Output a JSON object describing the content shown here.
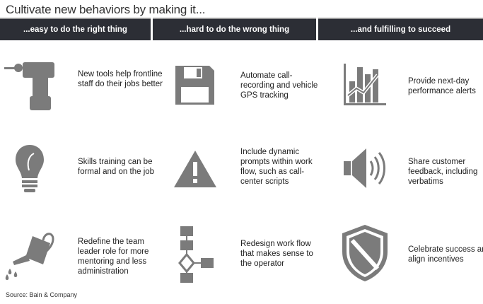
{
  "title": "Cultivate new behaviors by making it...",
  "columns": [
    {
      "header": "...easy to do the right thing",
      "items": [
        {
          "icon": "drill-icon",
          "text": "New tools help frontline staff do their jobs better"
        },
        {
          "icon": "lightbulb-icon",
          "text": "Skills training can be formal and on the job"
        },
        {
          "icon": "watering-can-icon",
          "text": "Redefine the team leader role for more mentoring and less administration"
        }
      ]
    },
    {
      "header": "...hard to do the wrong thing",
      "items": [
        {
          "icon": "floppy-disk-icon",
          "text": "Automate call-recording and vehicle GPS tracking"
        },
        {
          "icon": "warning-icon",
          "text": "Include dynamic prompts within work flow, such as call-center scripts"
        },
        {
          "icon": "flowchart-icon",
          "text": "Redesign work flow that makes sense to the operator"
        }
      ]
    },
    {
      "header": "...and fulfilling to succeed",
      "items": [
        {
          "icon": "bar-chart-icon",
          "text": "Provide next-day performance alerts"
        },
        {
          "icon": "speaker-icon",
          "text": "Share customer feedback, including verbatims"
        },
        {
          "icon": "shield-icon",
          "text": "Celebrate success and align incentives"
        }
      ]
    }
  ],
  "source": "Source: Bain & Company"
}
